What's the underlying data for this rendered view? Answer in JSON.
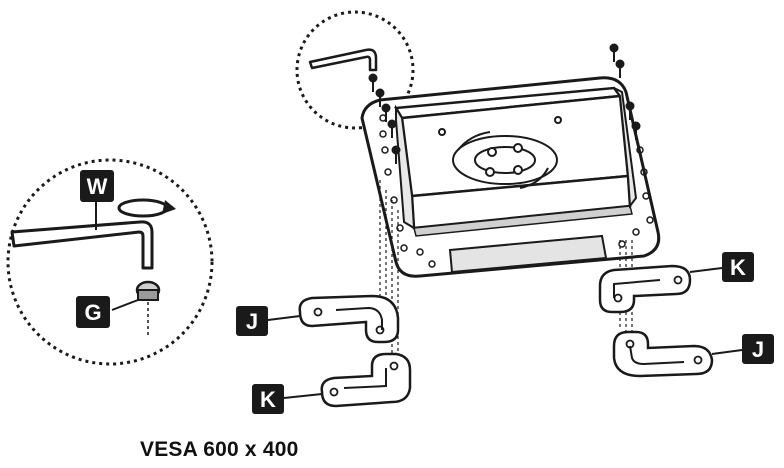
{
  "labels": {
    "w": "W",
    "g": "G",
    "j_left": "J",
    "k_left": "K",
    "k_right": "K",
    "j_right": "J"
  },
  "caption": "VESA 600 x 400",
  "colors": {
    "ink": "#1a1a1a",
    "plate": "#ffffff",
    "shade": "#d9d9d9",
    "badge": "#1a1a1a"
  },
  "icons": {
    "tool": "hex-key-icon",
    "rotate": "rotate-arrow-icon",
    "bolt": "bolt-icon"
  }
}
